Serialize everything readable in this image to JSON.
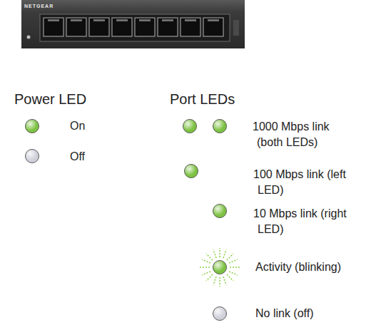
{
  "diagram": {
    "labels": [
      "NETGEAR",
      "Power LED",
      "Port LEDs"
    ],
    "legend": [
      {
        "text": "On",
        "color": "#7dc242"
      },
      {
        "text": "Off",
        "color": "#cfd0da"
      },
      {
        "text": "1000 Mbps link (both LEDs)",
        "color": "#7dc242"
      },
      {
        "text": "100 Mbps link (left LED)",
        "color": "#7dc242"
      },
      {
        "text": "10 Mbps link (right LED)",
        "color": "#7dc242"
      },
      {
        "text": "Activity (blinking)",
        "color": "#7dc242"
      },
      {
        "text": "No link (off)",
        "color": "#cfd0da"
      }
    ]
  }
}
